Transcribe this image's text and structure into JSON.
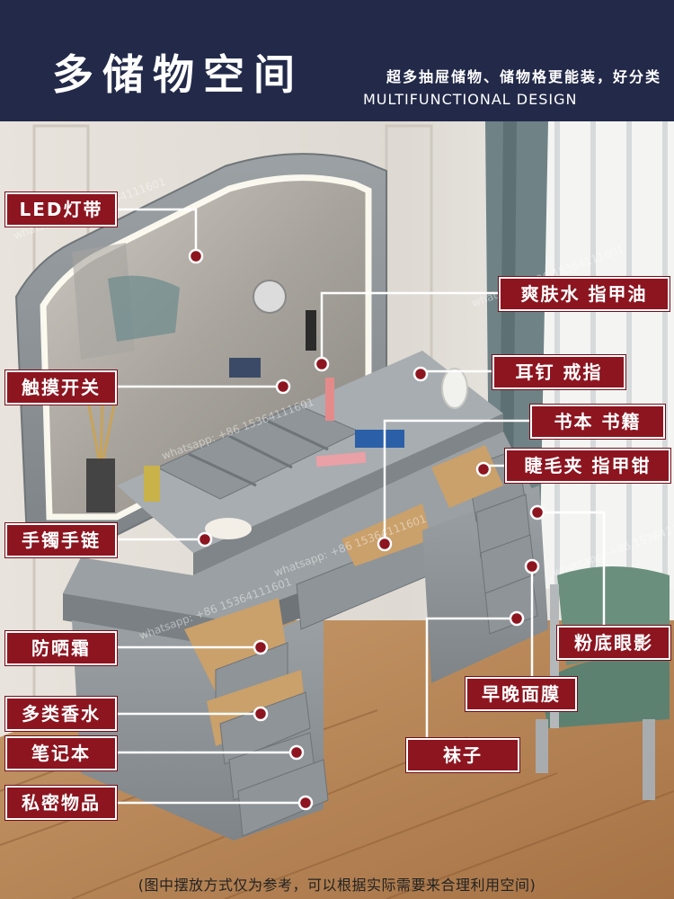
{
  "header": {
    "title": "多储物空间",
    "subtitle": "超多抽屉储物、储物格更能装，好分类",
    "subtitle_en": "MULTIFUNCTIONAL DESIGN"
  },
  "callouts": [
    {
      "id": "led",
      "label": "LED灯带"
    },
    {
      "id": "touch",
      "label": "触摸开关"
    },
    {
      "id": "bracelet",
      "label": "手镯手链"
    },
    {
      "id": "sunscreen",
      "label": "防晒霜"
    },
    {
      "id": "perfume",
      "label": "多类香水"
    },
    {
      "id": "notebook",
      "label": "笔记本"
    },
    {
      "id": "private",
      "label": "私密物品"
    },
    {
      "id": "toner",
      "label": "爽肤水 指甲油"
    },
    {
      "id": "earring",
      "label": "耳钉 戒指"
    },
    {
      "id": "books",
      "label": "书本 书籍"
    },
    {
      "id": "curler",
      "label": "睫毛夹 指甲钳"
    },
    {
      "id": "foundation",
      "label": "粉底眼影"
    },
    {
      "id": "mask",
      "label": "早晚面膜"
    },
    {
      "id": "socks",
      "label": "袜子"
    }
  ],
  "footer": {
    "note": "(图中摆放方式仅为参考，可以根据实际需要来合理利用空间)"
  },
  "watermark": {
    "text": "whatsapp: +86 15364111601"
  },
  "colors": {
    "header_bg": "#232a49",
    "label_bg": "#8c1520",
    "furniture": "#8d9396",
    "wood_floor": "#b98a5c"
  }
}
